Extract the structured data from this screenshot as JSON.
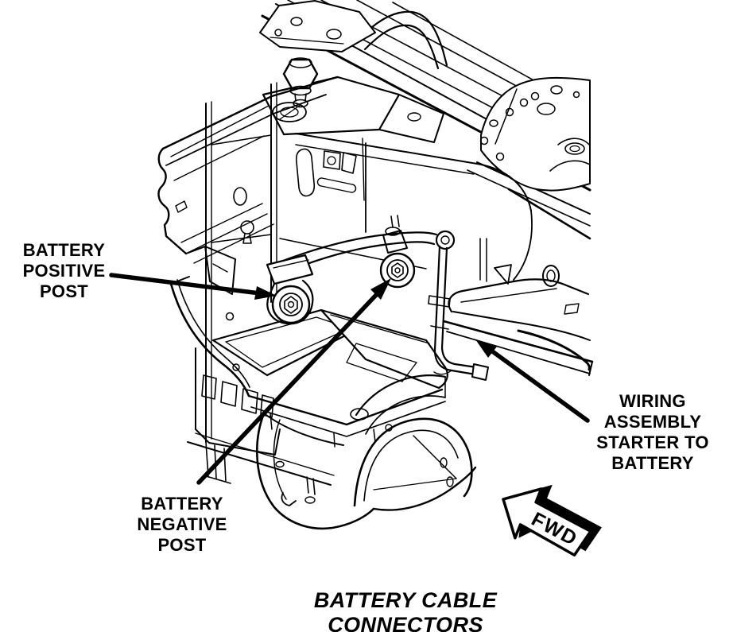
{
  "figure": {
    "caption": "BATTERY CABLE CONNECTORS",
    "background_color": "#ffffff",
    "line_color": "#000000"
  },
  "callouts": {
    "battery_positive_post": {
      "lines": [
        "BATTERY",
        "POSITIVE",
        "POST"
      ]
    },
    "battery_negative_post": {
      "lines": [
        "BATTERY",
        "NEGATIVE",
        "POST"
      ]
    },
    "wiring_assembly": {
      "lines": [
        "WIRING",
        "ASSEMBLY",
        "STARTER TO",
        "BATTERY"
      ]
    }
  },
  "direction_indicator": {
    "label": "FWD"
  }
}
